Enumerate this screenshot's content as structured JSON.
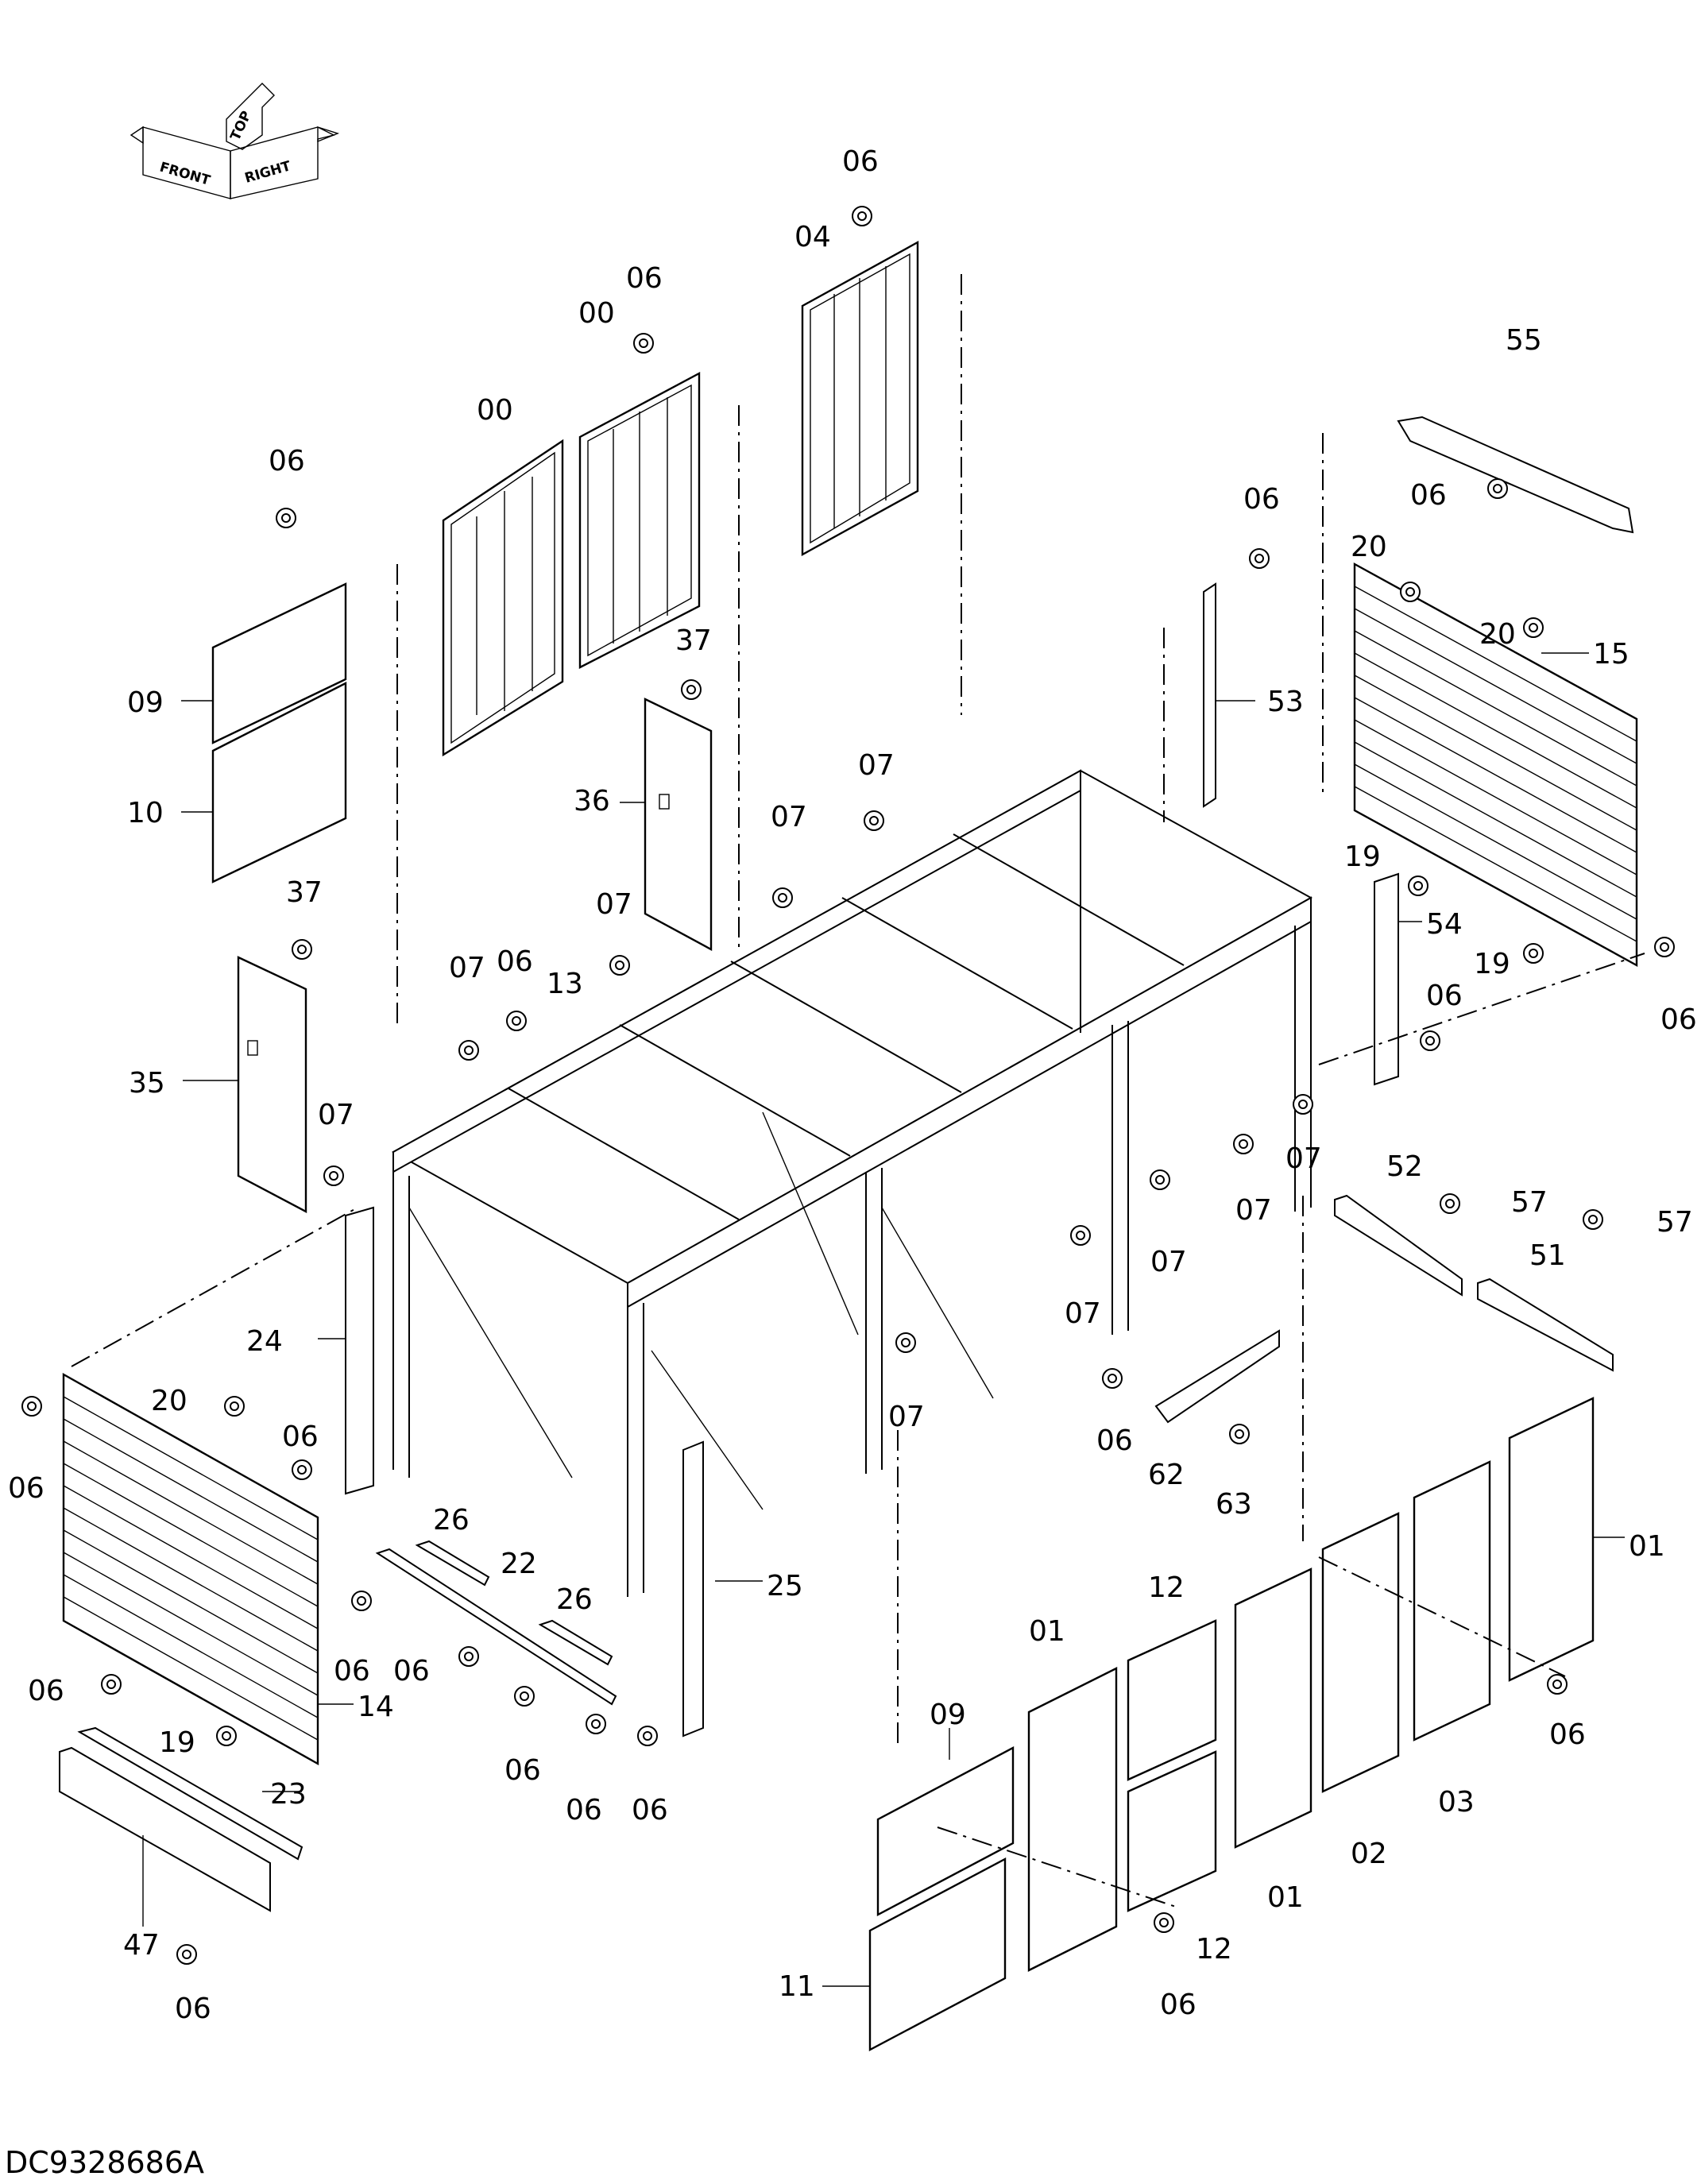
{
  "drawing_code": "DC9328686A",
  "orientation_marker": {
    "top_label": "TOP",
    "front_label": "FRONT",
    "right_label": "RIGHT"
  },
  "callouts": [
    {
      "id": "c-06-a",
      "text": "06"
    },
    {
      "id": "c-04",
      "text": "04"
    },
    {
      "id": "c-06-b",
      "text": "06"
    },
    {
      "id": "c-00-a",
      "text": "00"
    },
    {
      "id": "c-00-b",
      "text": "00"
    },
    {
      "id": "c-06-c",
      "text": "06"
    },
    {
      "id": "c-09-a",
      "text": "09"
    },
    {
      "id": "c-10",
      "text": "10"
    },
    {
      "id": "c-37-a",
      "text": "37"
    },
    {
      "id": "c-36",
      "text": "36"
    },
    {
      "id": "c-07-a",
      "text": "07"
    },
    {
      "id": "c-07-b",
      "text": "07"
    },
    {
      "id": "c-07-c",
      "text": "07"
    },
    {
      "id": "c-07-d",
      "text": "07"
    },
    {
      "id": "c-06-d",
      "text": "06"
    },
    {
      "id": "c-13",
      "text": "13"
    },
    {
      "id": "c-37-b",
      "text": "37"
    },
    {
      "id": "c-35",
      "text": "35"
    },
    {
      "id": "c-07-e",
      "text": "07"
    },
    {
      "id": "c-55",
      "text": "55"
    },
    {
      "id": "c-06-e",
      "text": "06"
    },
    {
      "id": "c-06-f",
      "text": "06"
    },
    {
      "id": "c-53",
      "text": "53"
    },
    {
      "id": "c-20-a",
      "text": "20"
    },
    {
      "id": "c-20-b",
      "text": "20"
    },
    {
      "id": "c-15",
      "text": "15"
    },
    {
      "id": "c-19-a",
      "text": "19"
    },
    {
      "id": "c-54",
      "text": "54"
    },
    {
      "id": "c-19-b",
      "text": "19"
    },
    {
      "id": "c-06-g",
      "text": "06"
    },
    {
      "id": "c-06-h",
      "text": "06"
    },
    {
      "id": "c-07-f",
      "text": "07"
    },
    {
      "id": "c-07-g",
      "text": "07"
    },
    {
      "id": "c-52",
      "text": "52"
    },
    {
      "id": "c-57-a",
      "text": "57"
    },
    {
      "id": "c-57-b",
      "text": "57"
    },
    {
      "id": "c-51",
      "text": "51"
    },
    {
      "id": "c-07-h",
      "text": "07"
    },
    {
      "id": "c-07-i",
      "text": "07"
    },
    {
      "id": "c-07-j",
      "text": "07"
    },
    {
      "id": "c-24",
      "text": "24"
    },
    {
      "id": "c-20-c",
      "text": "20"
    },
    {
      "id": "c-06-i",
      "text": "06"
    },
    {
      "id": "c-06-j",
      "text": "06"
    },
    {
      "id": "c-06-k",
      "text": "06"
    },
    {
      "id": "c-62",
      "text": "62"
    },
    {
      "id": "c-63",
      "text": "63"
    },
    {
      "id": "c-01-a",
      "text": "01"
    },
    {
      "id": "c-26-a",
      "text": "26"
    },
    {
      "id": "c-22",
      "text": "22"
    },
    {
      "id": "c-26-b",
      "text": "26"
    },
    {
      "id": "c-25",
      "text": "25"
    },
    {
      "id": "c-12-a",
      "text": "12"
    },
    {
      "id": "c-01-b",
      "text": "01"
    },
    {
      "id": "c-06-l",
      "text": "06"
    },
    {
      "id": "c-06-m",
      "text": "06"
    },
    {
      "id": "c-06-n",
      "text": "06"
    },
    {
      "id": "c-14",
      "text": "14"
    },
    {
      "id": "c-19-c",
      "text": "19"
    },
    {
      "id": "c-06-o",
      "text": "06"
    },
    {
      "id": "c-06-p",
      "text": "06"
    },
    {
      "id": "c-06-q",
      "text": "06"
    },
    {
      "id": "c-09-b",
      "text": "09"
    },
    {
      "id": "c-23",
      "text": "23"
    },
    {
      "id": "c-06-r",
      "text": "06"
    },
    {
      "id": "c-01-c",
      "text": "01"
    },
    {
      "id": "c-02",
      "text": "02"
    },
    {
      "id": "c-03",
      "text": "03"
    },
    {
      "id": "c-47",
      "text": "47"
    },
    {
      "id": "c-06-s",
      "text": "06"
    },
    {
      "id": "c-12-b",
      "text": "12"
    },
    {
      "id": "c-11",
      "text": "11"
    },
    {
      "id": "c-06-t",
      "text": "06"
    }
  ]
}
